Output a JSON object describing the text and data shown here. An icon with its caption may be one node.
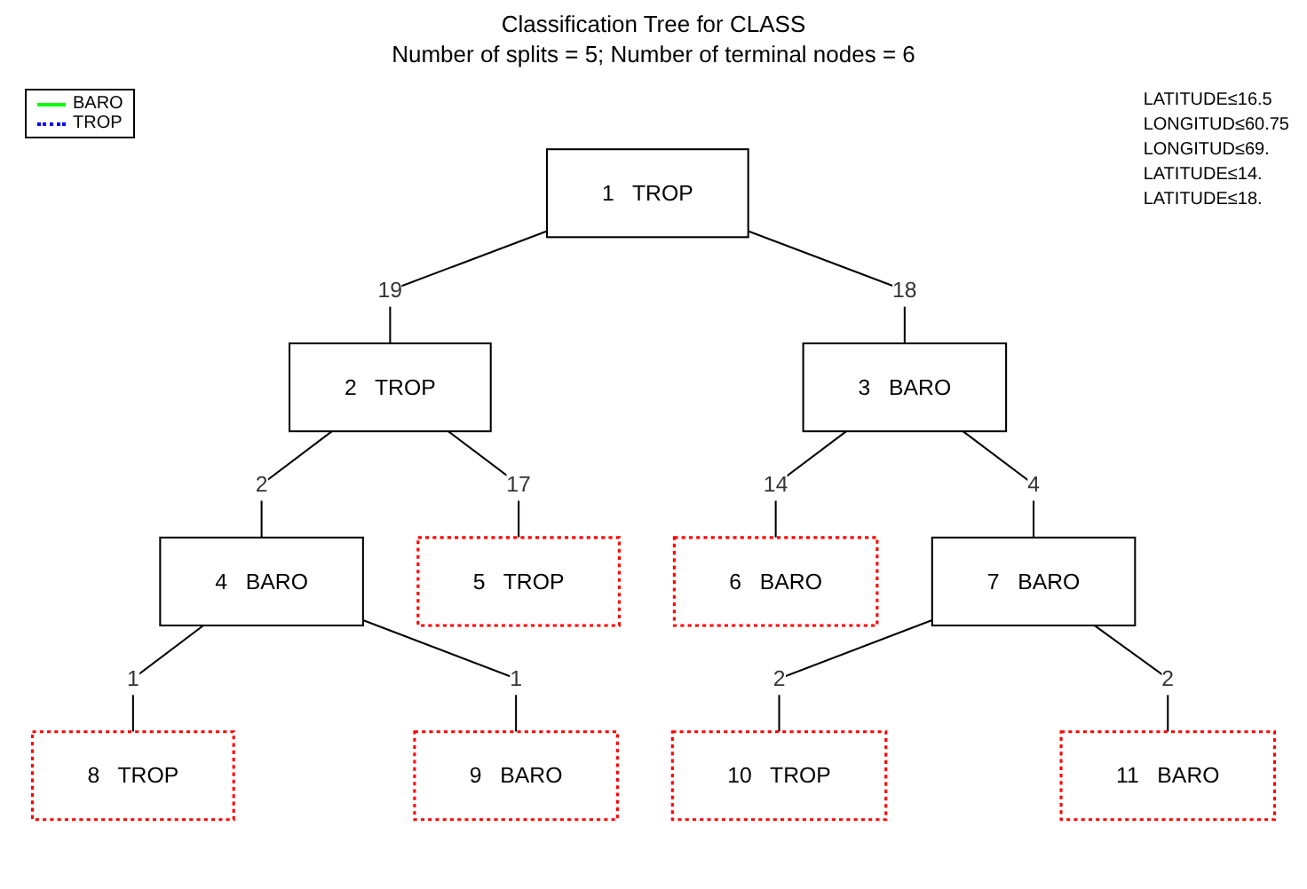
{
  "diagram": {
    "title": "Classification Tree for CLASS",
    "caption": "Number of splits = 5; Number of terminal nodes = 6",
    "nodes": [
      {
        "text": [
          "1",
          "TROP"
        ]
      },
      {
        "text": [
          "2",
          "TROP"
        ]
      },
      {
        "text": [
          "3",
          "BARO"
        ]
      },
      {
        "text": [
          "4",
          "BARO"
        ]
      },
      {
        "text": [
          "5",
          "TROP"
        ]
      },
      {
        "text": [
          "6",
          "BARO"
        ]
      },
      {
        "text": [
          "7",
          "BARO"
        ]
      },
      {
        "text": [
          "8",
          "TROP"
        ]
      },
      {
        "text": [
          "9",
          "BARO"
        ]
      },
      {
        "text": [
          "10",
          "TROP"
        ]
      },
      {
        "text": [
          "11",
          "BARO"
        ]
      }
    ],
    "edges": [
      {
        "from": 0,
        "to": 1,
        "arrow": "none",
        "label": "19"
      },
      {
        "from": 0,
        "to": 2,
        "arrow": "none",
        "label": "18"
      },
      {
        "from": 1,
        "to": 3,
        "arrow": "none",
        "label": "2"
      },
      {
        "from": 1,
        "to": 4,
        "arrow": "none",
        "label": "17"
      },
      {
        "from": 2,
        "to": 5,
        "arrow": "none",
        "label": "14"
      },
      {
        "from": 2,
        "to": 6,
        "arrow": "none",
        "label": "4"
      },
      {
        "from": 3,
        "to": 7,
        "arrow": "none",
        "label": "1"
      },
      {
        "from": 3,
        "to": 8,
        "arrow": "none",
        "label": "1"
      },
      {
        "from": 6,
        "to": 9,
        "arrow": "none",
        "label": "2"
      },
      {
        "from": 6,
        "to": 10,
        "arrow": "none",
        "label": "2"
      }
    ],
    "labels": [
      "LATITUDE≤16.5",
      "LONGITUD≤60.75",
      "LONGITUD≤69.",
      "LATITUDE≤14.",
      "LATITUDE≤18."
    ],
    "legend": [
      {
        "text": "BARO",
        "color": "#00ff00"
      },
      {
        "text": "TROP",
        "color": "#0000ff"
      }
    ]
  }
}
